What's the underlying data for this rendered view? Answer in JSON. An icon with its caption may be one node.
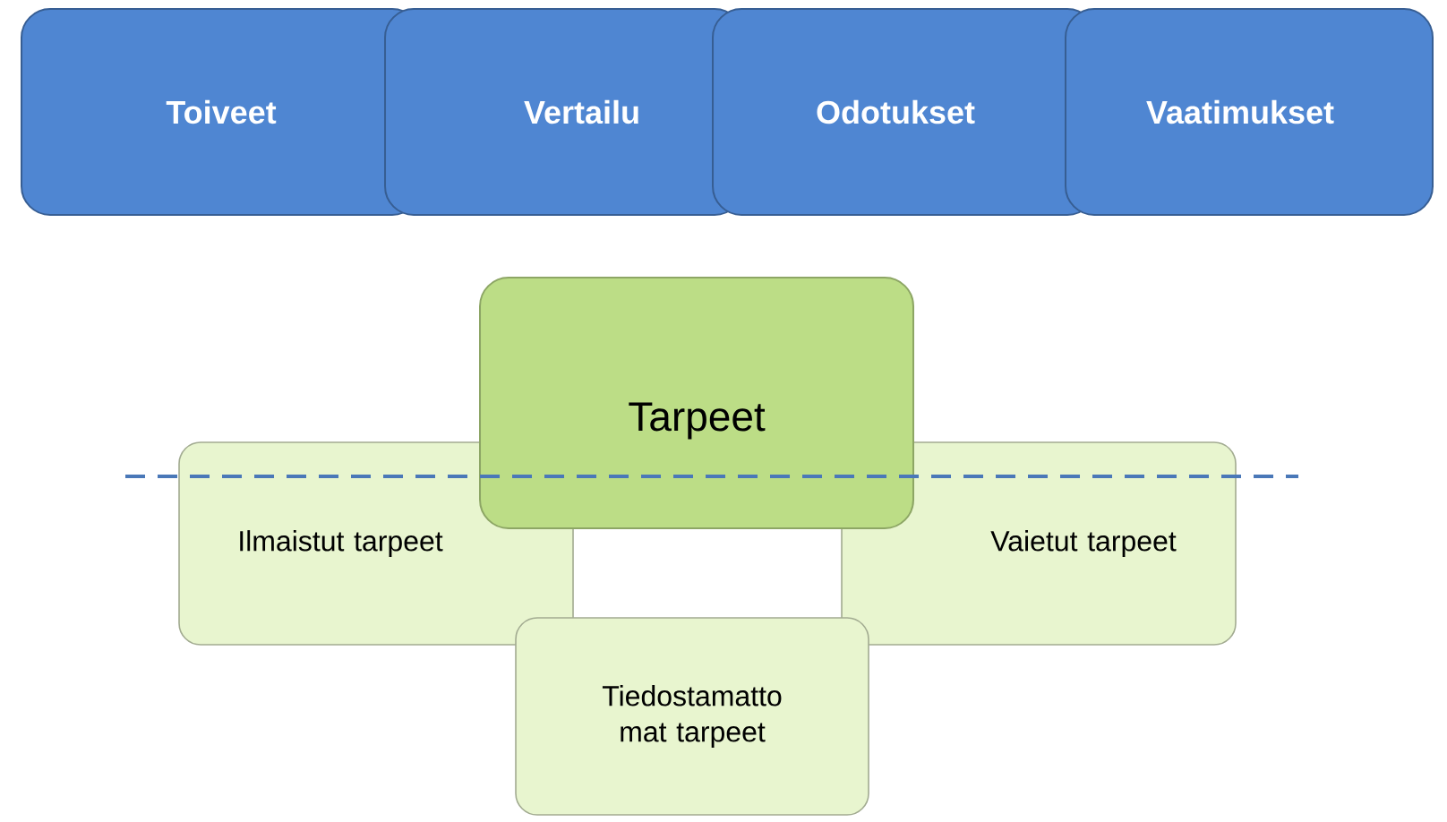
{
  "diagram": {
    "nodes": [
      {
        "text": [
          "Toiveet"
        ]
      },
      {
        "text": [
          "Vertailu"
        ]
      },
      {
        "text": [
          "Odotukset"
        ]
      },
      {
        "text": [
          "Vaatimukset"
        ]
      },
      {
        "text": [
          "Tarpeet"
        ]
      },
      {
        "text": [
          "Ilmaistut tarpeet"
        ]
      },
      {
        "text": [
          "Vaietut tarpeet"
        ]
      },
      {
        "text": [
          "Tiedostamatto mat tarpeet"
        ]
      }
    ]
  }
}
